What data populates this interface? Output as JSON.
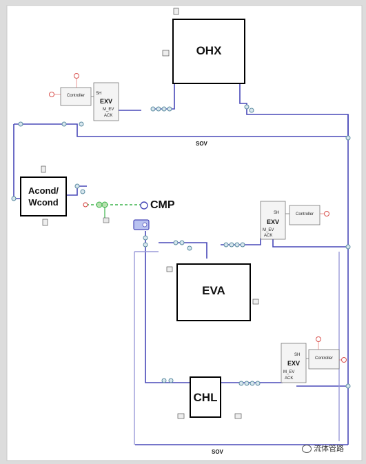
{
  "components": {
    "ohx": "OHX",
    "eva": "EVA",
    "chl": "CHL",
    "cmp": "CMP",
    "acond_line1": "Acond/",
    "acond_line2": "Wcond",
    "sov_top": "SOV",
    "sov_bottom": "SOV"
  },
  "exv_blocks": [
    {
      "label": "EXV",
      "controller": "Controller",
      "port_in": "SH",
      "port_out1": "M_EV",
      "port_out2": "ACK"
    },
    {
      "label": "EXV",
      "controller": "Controller",
      "port_in": "SH",
      "port_out1": "M_EV",
      "port_out2": "ACK"
    },
    {
      "label": "EXV",
      "controller": "Controller",
      "port_in": "SH",
      "port_out1": "M_EV",
      "port_out2": "ACK"
    }
  ],
  "watermark": "流体管路",
  "colors": {
    "background": "#dcdcdc",
    "frame": "#ffffff",
    "pipe": "#4848b8",
    "pipe_light": "#9a9ad8",
    "component_border": "#000000",
    "valve": "#8ab4c8",
    "sensor": "#d9534f",
    "compressor_line": "#3cb44b"
  }
}
